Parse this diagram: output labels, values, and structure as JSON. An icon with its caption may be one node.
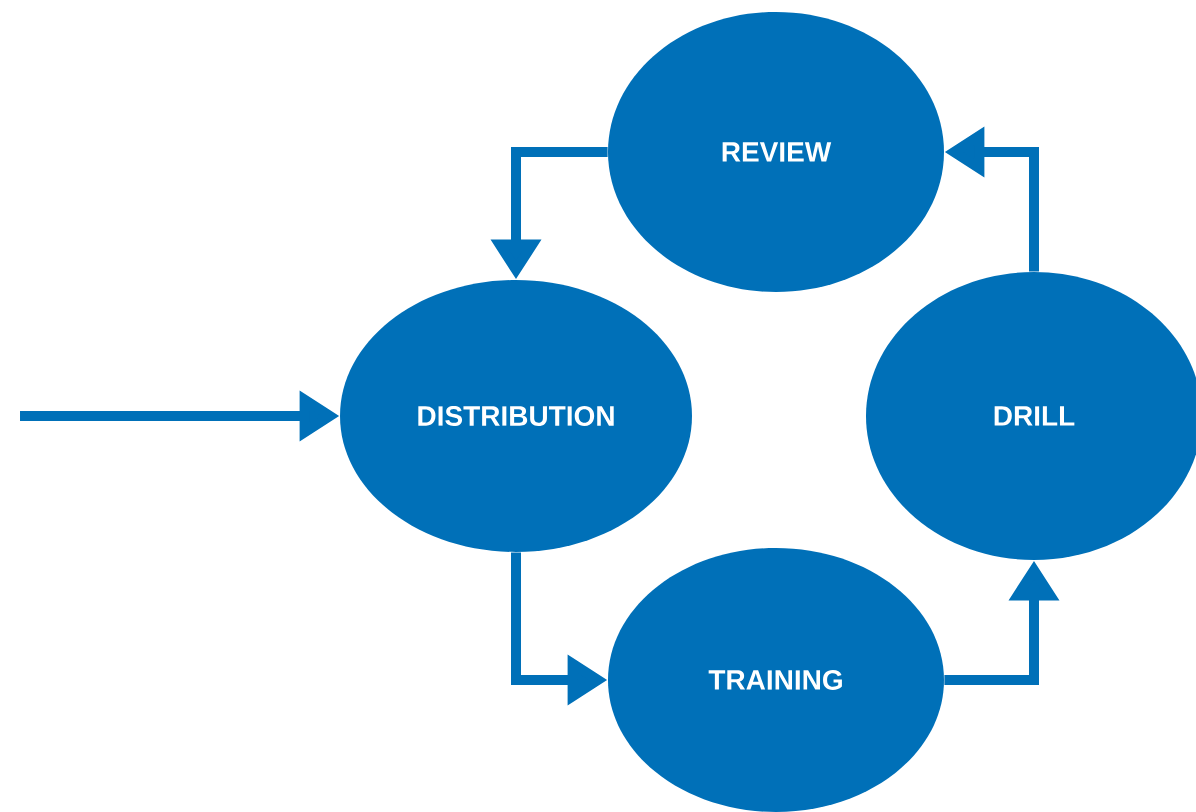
{
  "diagram": {
    "nodes": [
      {
        "text": [
          "REVIEW"
        ]
      },
      {
        "text": [
          "DISTRIBUTION"
        ]
      },
      {
        "text": [
          "DRILL"
        ]
      },
      {
        "text": [
          "TRAINING"
        ]
      }
    ],
    "edges": [
      {
        "from": null,
        "to": 1,
        "arrow": "to"
      },
      {
        "from": 0,
        "to": 1,
        "arrow": "to"
      },
      {
        "from": 1,
        "to": 3,
        "arrow": "to"
      },
      {
        "from": 3,
        "to": 2,
        "arrow": "to"
      },
      {
        "from": 2,
        "to": 0,
        "arrow": "to"
      }
    ]
  }
}
